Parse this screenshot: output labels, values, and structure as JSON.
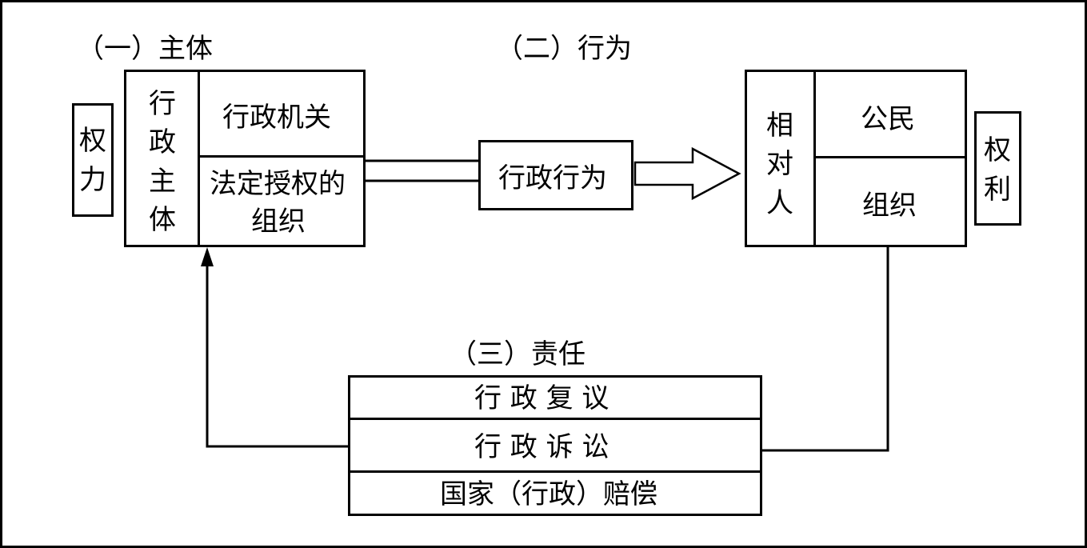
{
  "section_one": {
    "heading": "（一）主体",
    "power_label": "权力",
    "subject_label": "行政主体",
    "organ": "行政机关",
    "authorized_line1": "法定授权的",
    "authorized_line2": "组织"
  },
  "section_two": {
    "heading": "（二）行为",
    "action": "行政行为"
  },
  "counterpart": {
    "label": "相对人",
    "citizen": "公民",
    "organization": "组织",
    "rights_label": "权利"
  },
  "section_three": {
    "heading": "（三）责任",
    "items": [
      "行 政 复 议",
      "行 政 诉 讼",
      "国家（行政）赔偿"
    ]
  }
}
